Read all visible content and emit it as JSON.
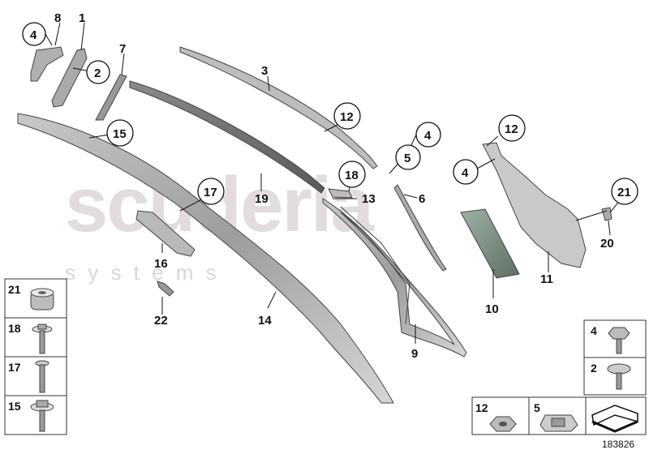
{
  "watermark": {
    "brand": "scuderia",
    "tagline": "s y s t e m s"
  },
  "labels": {
    "p1": "1",
    "p2": "2",
    "p3": "3",
    "p4a": "4",
    "p4b": "4",
    "p4c": "4",
    "p5": "5",
    "p6": "6",
    "p7": "7",
    "p8": "8",
    "p9": "9",
    "p10": "10",
    "p11": "11",
    "p12a": "12",
    "p12b": "12",
    "p13": "13",
    "p14": "14",
    "p15": "15",
    "p16": "16",
    "p17": "17",
    "p18": "18",
    "p19": "19",
    "p20": "20",
    "p21": "21",
    "p22": "22"
  },
  "legend_left": [
    "21",
    "18",
    "17",
    "15"
  ],
  "legend_right": [
    "4",
    "2"
  ],
  "legend_bottom": [
    "12",
    "5"
  ],
  "doc_number": "183826"
}
